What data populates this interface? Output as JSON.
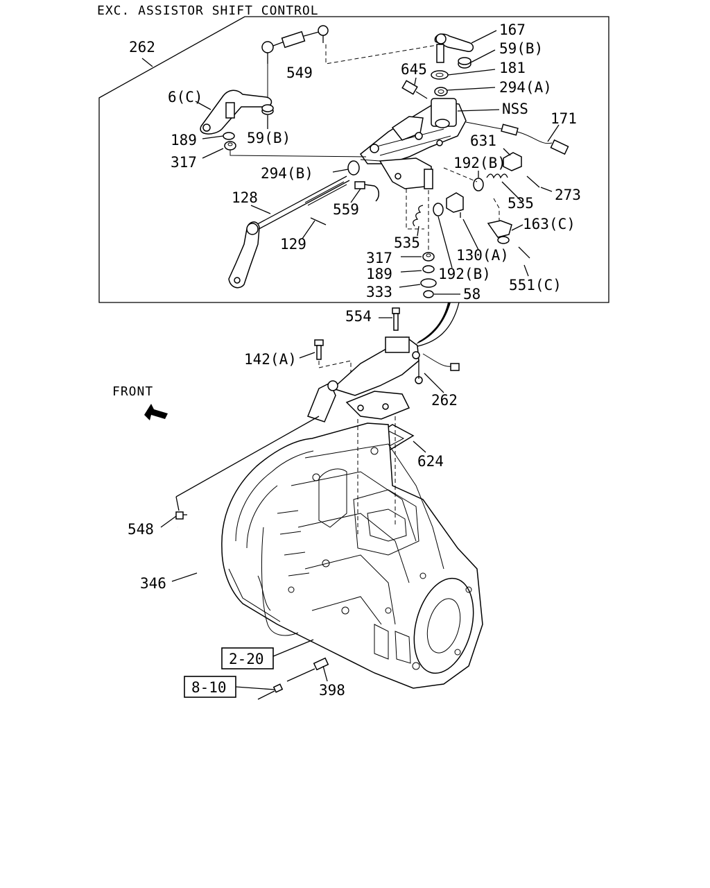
{
  "header": {
    "title": "EXC. ASSISTOR SHIFT CONTROL"
  },
  "labels": {
    "l262_top": "262",
    "l549": "549",
    "l167": "167",
    "l59b_top": "59(B)",
    "l181": "181",
    "l645": "645",
    "l294a": "294(A)",
    "lnss": "NSS",
    "l171": "171",
    "l6c": "6(C)",
    "l189_top": "189",
    "l59b_mid": "59(B)",
    "l317_top": "317",
    "l294b": "294(B)",
    "l631": "631",
    "l192b_top": "192(B)",
    "l273": "273",
    "l128": "128",
    "l559": "559",
    "l535_right": "535",
    "l163c": "163(C)",
    "l129": "129",
    "l535_low": "535",
    "l130a": "130(A)",
    "l317_low": "317",
    "l189_low": "189",
    "l192b_low": "192(B)",
    "l551c": "551(C)",
    "l333": "333",
    "l58": "58",
    "l554": "554",
    "l142a": "142(A)",
    "l262_low": "262",
    "lfront": "FRONT",
    "l624": "624",
    "l548": "548",
    "l346": "346",
    "l2_20": "2-20",
    "l398": "398",
    "l8_10": "8-10"
  }
}
